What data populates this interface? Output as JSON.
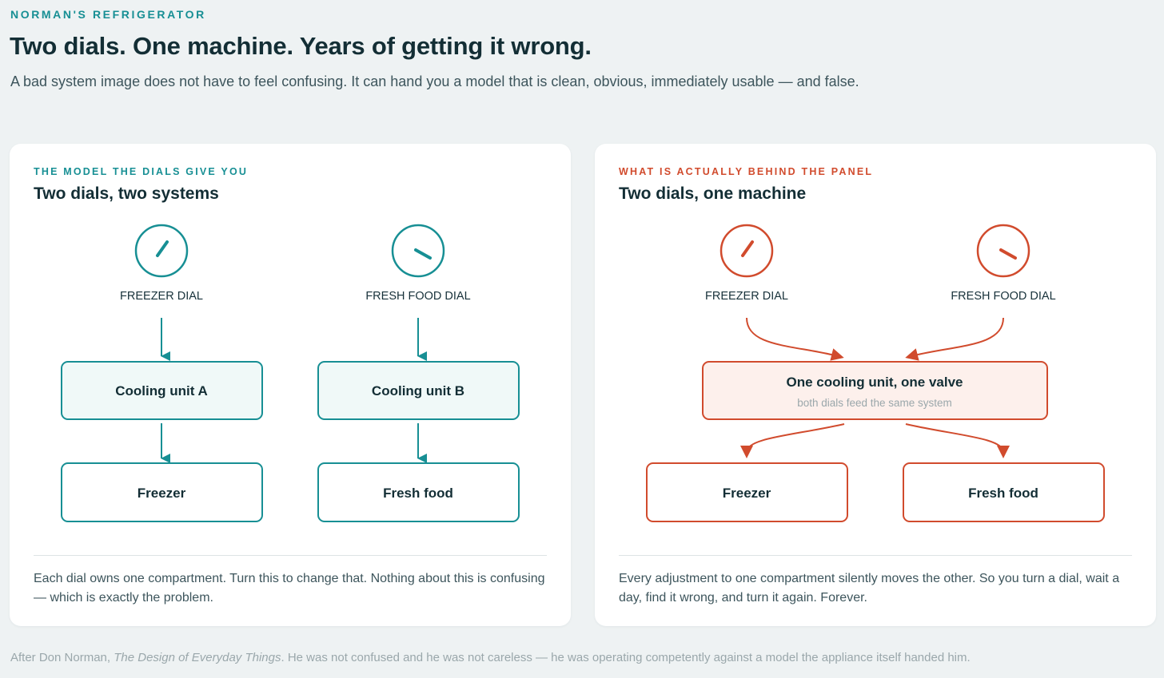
{
  "header": {
    "eyebrow": "NORMAN'S REFRIGERATOR",
    "title": "Two dials. One machine. Years of getting it wrong.",
    "lede": "A bad system image does not have to feel confusing. It can hand you a model that is clean, obvious, immediately usable — and false."
  },
  "left_card": {
    "eyebrow": "THE MODEL THE DIALS GIVE YOU",
    "title": "Two dials, two systems",
    "dial_a": "FREEZER DIAL",
    "dial_b": "FRESH FOOD DIAL",
    "unit_a": "Cooling unit A",
    "unit_b": "Cooling unit B",
    "comp_a": "Freezer",
    "comp_b": "Fresh food",
    "caption": "Each dial owns one compartment. Turn this to change that. Nothing about this is confusing — which is exactly the problem."
  },
  "right_card": {
    "eyebrow": "WHAT IS ACTUALLY BEHIND THE PANEL",
    "title": "Two dials, one machine",
    "dial_a": "FREEZER DIAL",
    "dial_b": "FRESH FOOD DIAL",
    "unit": "One cooling unit, one valve",
    "unit_sub": "both dials feed the same system",
    "comp_a": "Freezer",
    "comp_b": "Fresh food",
    "caption": "Every adjustment to one compartment silently moves the other. So you turn a dial, wait a day, find it wrong, and turn it again. Forever."
  },
  "footnote": {
    "prefix": "After Don Norman, ",
    "book": "The Design of Everyday Things",
    "suffix": ". He was not confused and he was not careless — he was operating competently against a model the appliance itself handed him."
  },
  "colors": {
    "teal": "#178f94",
    "teal_fill": "#f0f9f8",
    "red": "#d14b2d",
    "red_fill": "#fdf0ec",
    "background": "#eef2f3"
  }
}
